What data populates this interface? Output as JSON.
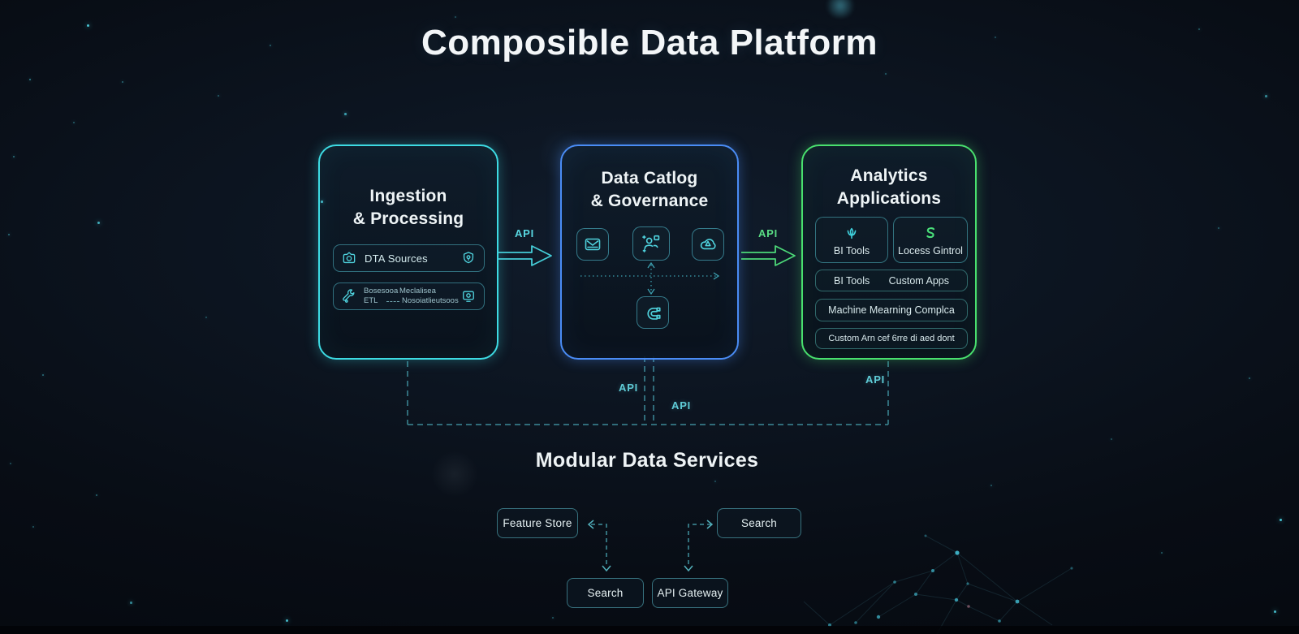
{
  "title": "Composible Data Platform",
  "ingestion": {
    "title_line1": "Ingestion",
    "title_line2": "& Processing",
    "sources_label": "DTA Sources",
    "etl_line1_a": "Bosesooa",
    "etl_line1_b": "Meclalisea",
    "etl_line2_a": "ETL",
    "etl_line2_b": "Nosoiatlieutsoos"
  },
  "catalog": {
    "title_line1": "Data Catlog",
    "title_line2": "& Governance"
  },
  "analytics": {
    "title_line1": "Analytics",
    "title_line2": "Applications",
    "tile_bi_label": "BI Tools",
    "tile_access_label": "Locess Gintrol",
    "row_bi": "BI Tools",
    "row_custom": "Custom Apps",
    "row_ml": "Machine Mearning Complca",
    "row_custom2": "Custom Arn cef 6rre di aed dont"
  },
  "labels": {
    "api_arrow_1": "API",
    "api_arrow_2": "API",
    "api_conn_left": "API",
    "api_conn_mid": "API",
    "api_conn_right": "API"
  },
  "services": {
    "heading": "Modular Data Services",
    "feature_store": "Feature Store",
    "search_top": "Search",
    "search_bottom": "Search",
    "api_gateway": "API Gateway"
  },
  "icons": {
    "ingestion_row1_left": "data-source-camera-icon",
    "ingestion_row1_right": "shield-icon",
    "ingestion_row2_left": "wrench-icon",
    "ingestion_row2_right": "monitor-icon",
    "catalog_tile1": "mail-icon",
    "catalog_tile2": "metadata-people-icon",
    "catalog_tile3": "cloud-knot-icon",
    "catalog_tile4": "magnet-icon",
    "analytics_tile1": "bulb-plant-icon",
    "analytics_tile2": "s-curve-icon"
  },
  "colors": {
    "ingestion_accent": "#3ddbe3",
    "catalog_accent": "#4a8cf5",
    "analytics_accent": "#49e06e",
    "api_label_teal": "#58d8e2",
    "api_label_green": "#5ade84",
    "background": "#070d15"
  }
}
